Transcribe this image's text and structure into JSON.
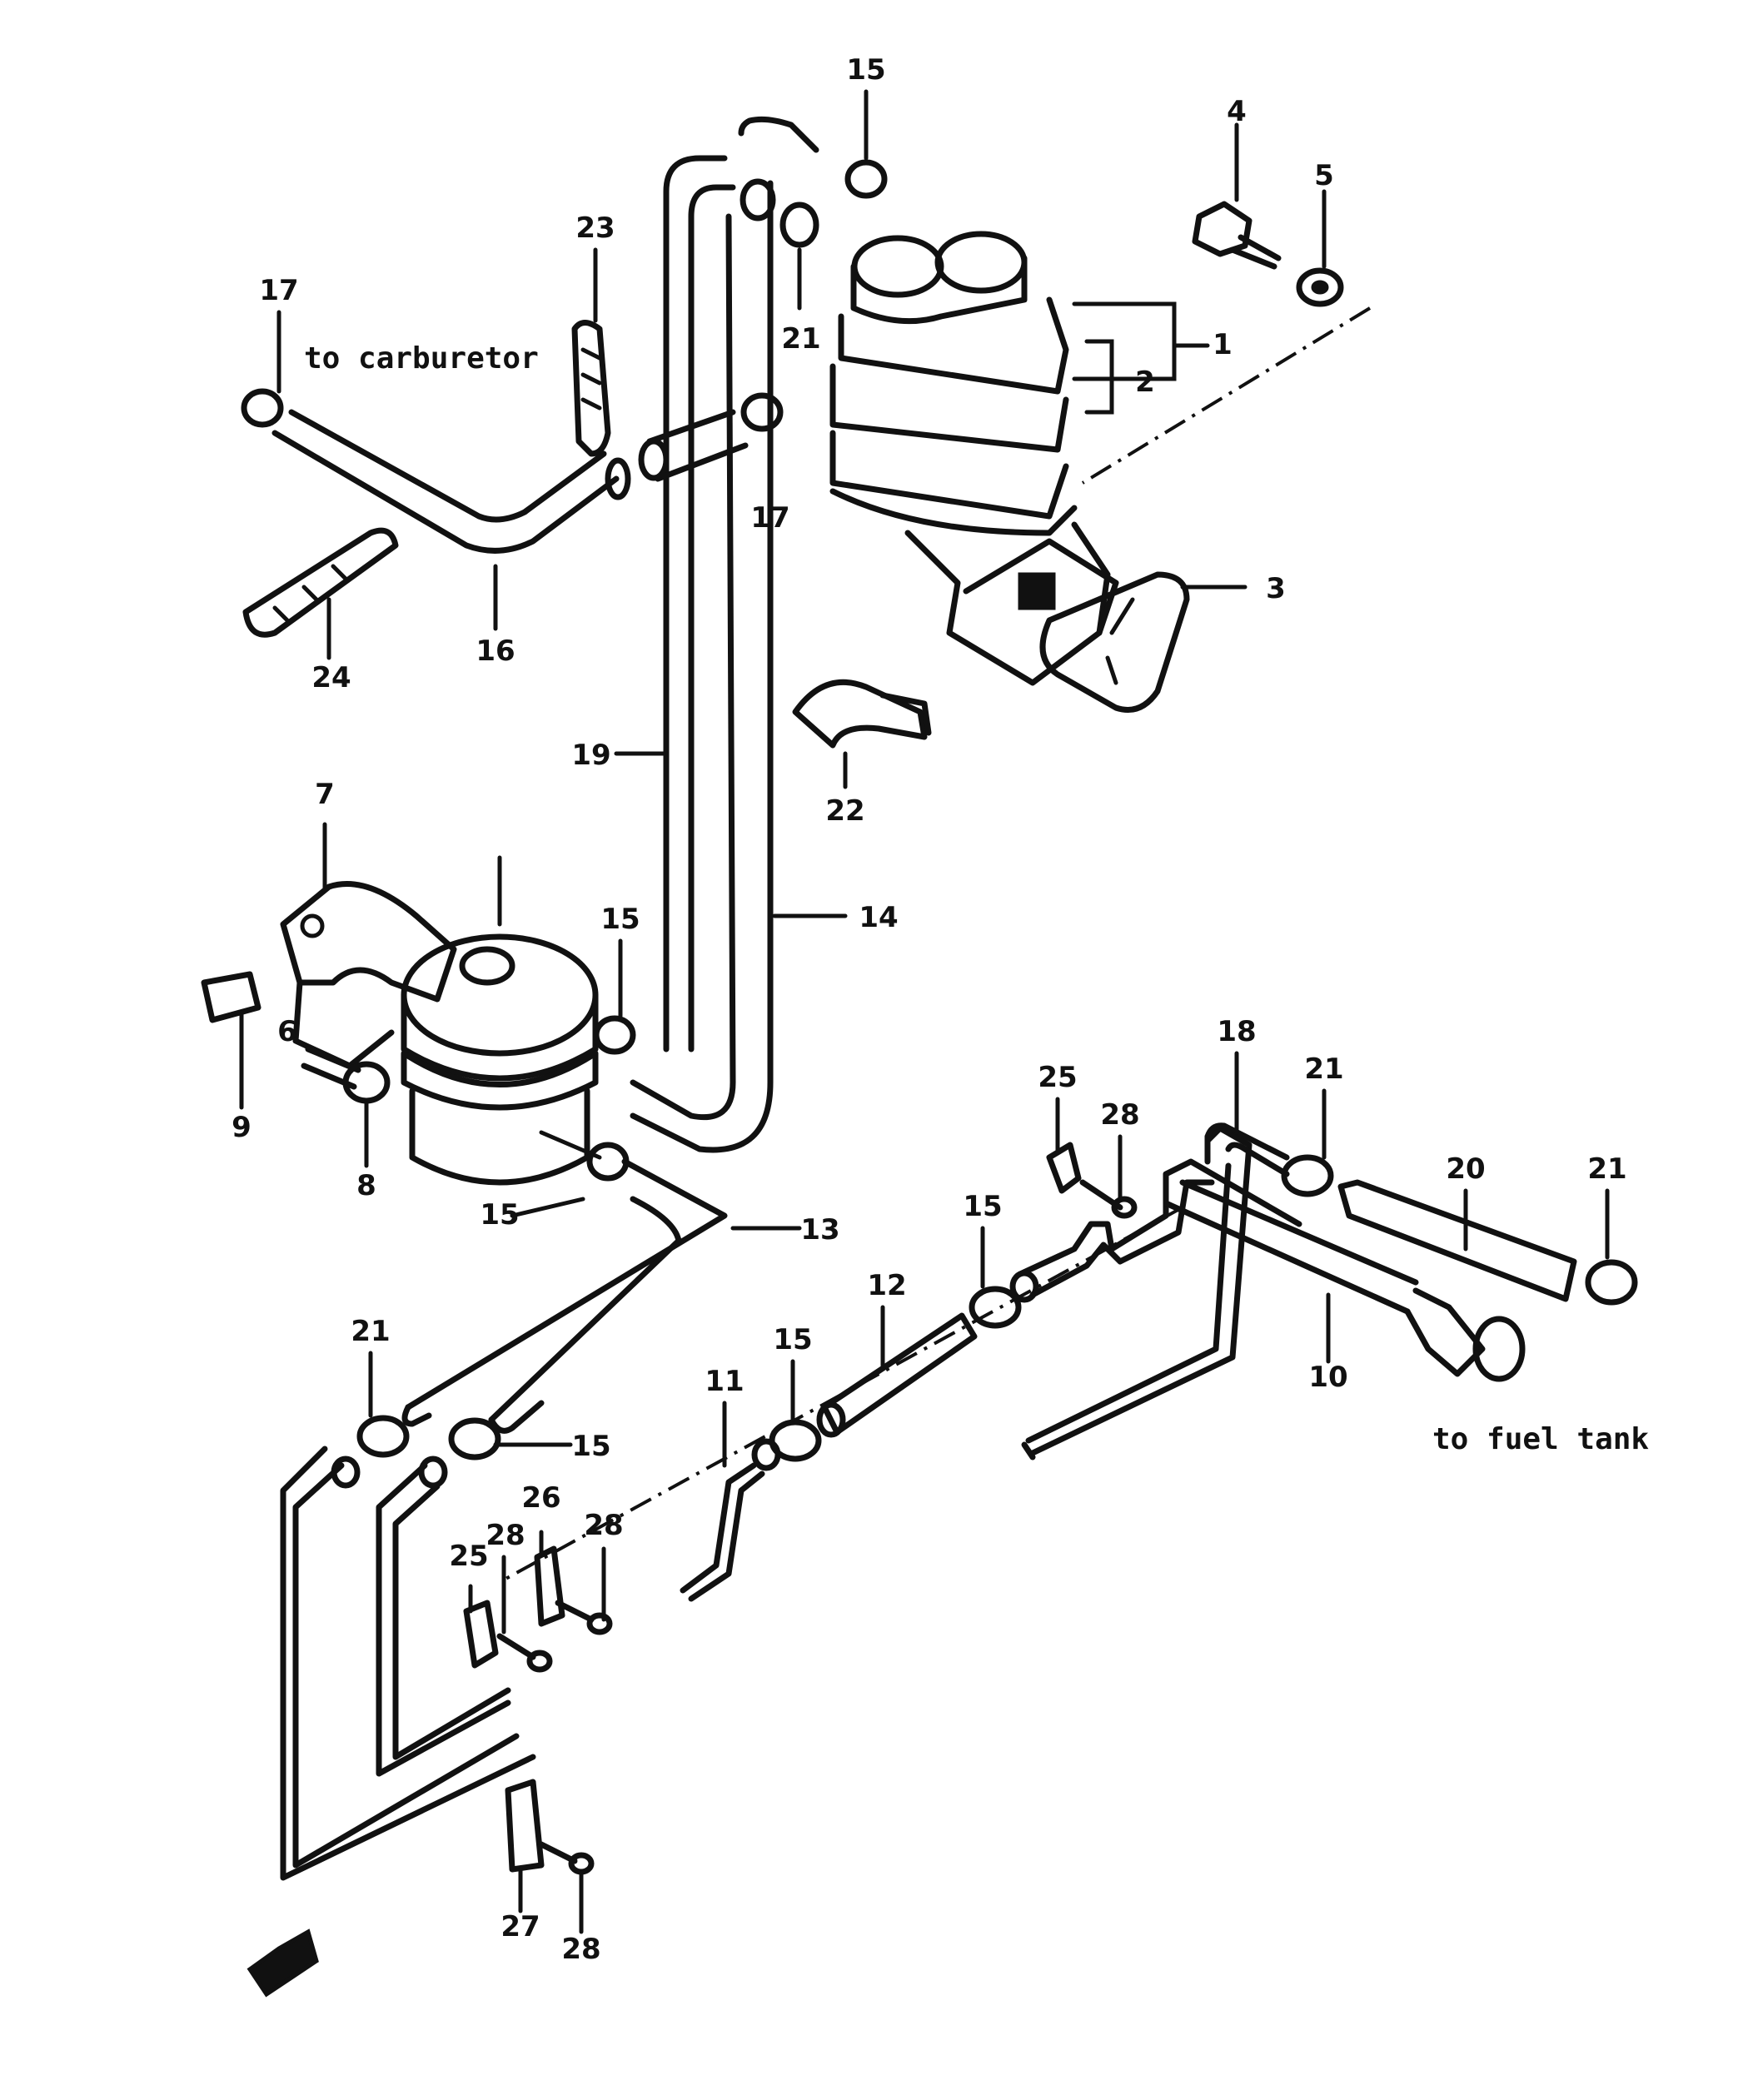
{
  "diagram": {
    "notes": {
      "to_carburetor": "to carburetor",
      "to_fuel_tank": "to fuel tank"
    },
    "callouts": [
      "1",
      "2",
      "3",
      "4",
      "5",
      "6",
      "7",
      "8",
      "9",
      "10",
      "11",
      "12",
      "13",
      "14",
      "15",
      "16",
      "17",
      "18",
      "19",
      "20",
      "21",
      "22",
      "23",
      "24",
      "25",
      "26",
      "27",
      "28"
    ]
  }
}
